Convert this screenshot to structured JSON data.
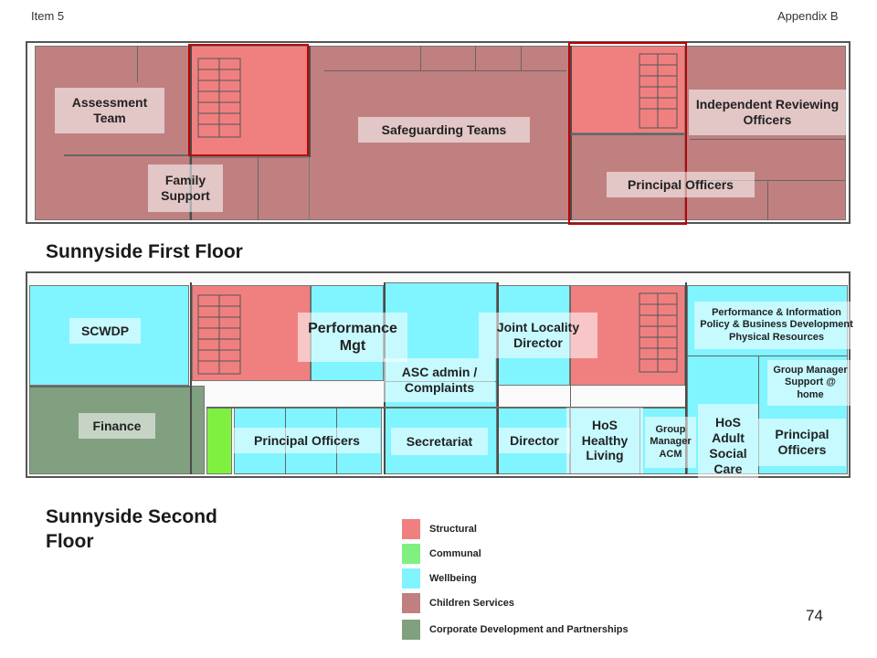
{
  "header": {
    "left": "Item 5",
    "right": "Appendix B"
  },
  "colors": {
    "structural": "#f08080",
    "communal": "#80f080",
    "wellbeing": "#80f4ff",
    "children_services": "#c08080",
    "corporate": "#80a080",
    "wall": "#4a4a4a"
  },
  "first_floor": {
    "title": "Sunnyside First Floor",
    "labels": {
      "assessment": "Assessment Team",
      "family": "Family Support",
      "safeguarding": "Safeguarding Teams",
      "iro": "Independent Reviewing Officers",
      "principal": "Principal Officers"
    }
  },
  "second_floor": {
    "title": "Sunnyside Second Floor",
    "labels": {
      "scwdp": "SCWDP",
      "finance": "Finance",
      "performance": "Performance Mgt",
      "asc_admin": "ASC admin / Complaints",
      "joint_locality": "Joint Locality Director",
      "perf_info": "Performance & Information Policy & Business Development Physical Resources",
      "group_manager_support": "Group Manager Support @ home",
      "principal": "Principal Officers",
      "secretariat": "Secretariat",
      "director": "Director",
      "hos_healthy": "HoS Healthy Living",
      "group_manager_acm": "Group Manager ACM",
      "hos_adult": "HoS Adult Social Care",
      "principal_right": "Principal Officers"
    }
  },
  "legend": [
    {
      "label": "Structural",
      "color": "#f08080"
    },
    {
      "label": "Communal",
      "color": "#80f080"
    },
    {
      "label": "Wellbeing",
      "color": "#80f4ff"
    },
    {
      "label": "Children Services",
      "color": "#c08080"
    },
    {
      "label": "Corporate Development and Partnerships",
      "color": "#80a080"
    }
  ],
  "page_number": "74"
}
